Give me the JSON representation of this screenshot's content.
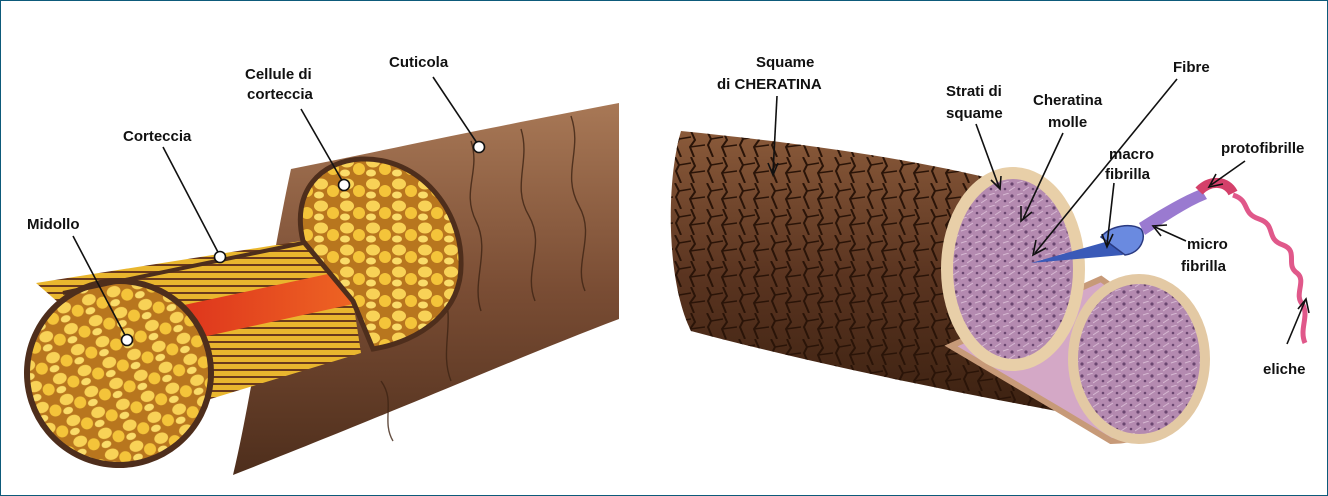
{
  "left_diagram": {
    "labels": {
      "cuticola": "Cuticola",
      "cellule_line1": "Cellule di",
      "cellule_line2": "corteccia",
      "corteccia": "Corteccia",
      "midollo": "Midollo"
    }
  },
  "right_diagram": {
    "labels": {
      "squame_line1": "Squame",
      "squame_line2": "di CHERATINA",
      "strati_line1": "Strati di",
      "strati_line2": "squame",
      "cheratina_line1": "Cheratina",
      "cheratina_line2": "molle",
      "fibre": "Fibre",
      "protofibrille": "protofibrille",
      "macro_line1": "macro",
      "macro_line2": "fibrilla",
      "micro_line1": "micro",
      "micro_line2": "fibrilla",
      "eliche": "eliche"
    }
  },
  "colors": {
    "frame_border": "#0d5a7a",
    "hair_brown": "#7a4d34",
    "cortex_yellow": "#f4c43a",
    "medulla_red": "#e03a1a",
    "keratin_purple": "#b48ab0"
  }
}
